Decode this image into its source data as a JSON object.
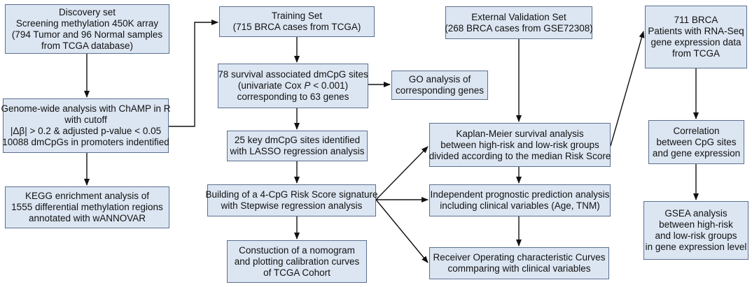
{
  "colors": {
    "box_fill": "#dce6f2",
    "box_border": "#5b6f8f",
    "arrow": "#111111",
    "text": "#111111"
  },
  "boxes": {
    "discovery": {
      "lines": [
        "Discovery set",
        "Screening methylation 450K array",
        "(794 Tumor and 96 Normal samples",
        "from TCGA database)"
      ]
    },
    "genome": {
      "lines": [
        "Genome-wide analysis with ChAMP in R",
        "with cutoff",
        "|Δβ| > 0.2 & adjusted p-value < 0.05",
        "10088 dmCpGs in promoters indentified"
      ]
    },
    "kegg": {
      "lines": [
        "KEGG  enrichment analysis of",
        "1555 differential methylation regions",
        "annotated with wANNOVAR"
      ]
    },
    "training": {
      "lines": [
        "Training Set",
        "(715 BRCA cases from TCGA)"
      ]
    },
    "survival78": {
      "lines": [
        "78 survival associated dmCpG sites",
        "(univariate Cox P < 0.001)",
        "corresponding to 63 genes"
      ]
    },
    "go": {
      "lines": [
        "GO analysis of",
        "corresponding genes"
      ]
    },
    "lasso": {
      "lines": [
        "25 key dmCpG sites identified",
        "with LASSO regression analysis"
      ]
    },
    "riskscore": {
      "lines": [
        "Building of a 4-CpG Risk Score signature",
        "with Stepwise regression analysis"
      ]
    },
    "nomogram": {
      "lines": [
        "Constuction of a nomogram",
        "and plotting calibration curves",
        "of TCGA Cohort"
      ]
    },
    "external": {
      "lines": [
        "External Validation Set",
        "(268 BRCA cases from GSE72308)"
      ]
    },
    "km": {
      "lines": [
        "Kaplan-Meier survival analysis",
        "between high-risk and low-risk groups",
        "divided according to the median Risk Score"
      ]
    },
    "independent": {
      "lines": [
        "Independent prognostic prediction analysis",
        "including clinical variables (Age, TNM)"
      ]
    },
    "roc": {
      "lines": [
        "Receiver Operating characteristic Curves",
        "commparing with clinical variables"
      ]
    },
    "rnaseq": {
      "lines": [
        "711 BRCA",
        "Patients with RNA-Seq",
        "gene expression data",
        "from TCGA"
      ]
    },
    "correlation": {
      "lines": [
        "Correlation",
        "between CpG sites",
        "and gene expression"
      ]
    },
    "gsea": {
      "lines": [
        "GSEA analysis",
        "between high-risk",
        "and low-risk groups",
        "in gene expression level"
      ]
    }
  }
}
